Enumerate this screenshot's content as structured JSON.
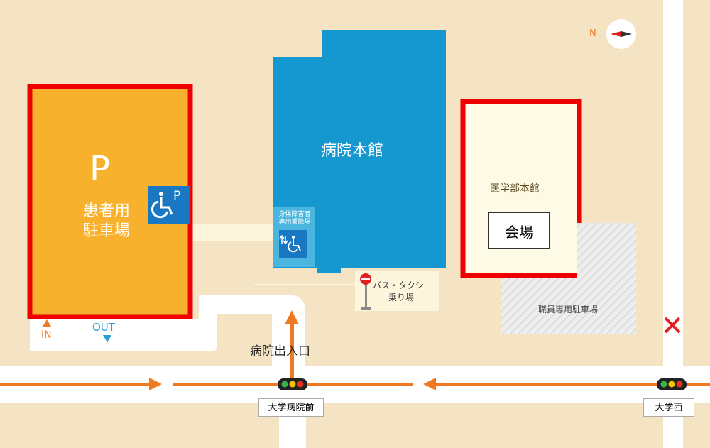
{
  "map": {
    "parking": {
      "letter": "P",
      "line1": "患者用",
      "line2": "駐車場"
    },
    "accessible_parking_sign": {
      "letter": "P"
    },
    "hospital_main": "病院本館",
    "disabled_area": {
      "line1": "身体障害者",
      "line2": "専用乗降場"
    },
    "bus_taxi": {
      "line1": "バス・タクシー",
      "line2": "乗り場"
    },
    "medical_building": "医学部本館",
    "venue": "会場",
    "staff_parking": "職員専用駐車場",
    "entrance": "病院出入口",
    "parking_in": "IN",
    "parking_out": "OUT",
    "north": "N",
    "stops": [
      "大学病院前",
      "大学西"
    ],
    "colors": {
      "background": "#f4e4c4",
      "road": "#ffffff",
      "parking": "#f8b12d",
      "hospital": "#1597cf",
      "highlight": "#ee0000",
      "arrow": "#f07820",
      "medical": "#fdfbe6"
    },
    "icons": [
      "wheelchair-icon",
      "compass-icon",
      "bus-stop-icon",
      "traffic-signal-icon",
      "close-x-icon"
    ]
  }
}
